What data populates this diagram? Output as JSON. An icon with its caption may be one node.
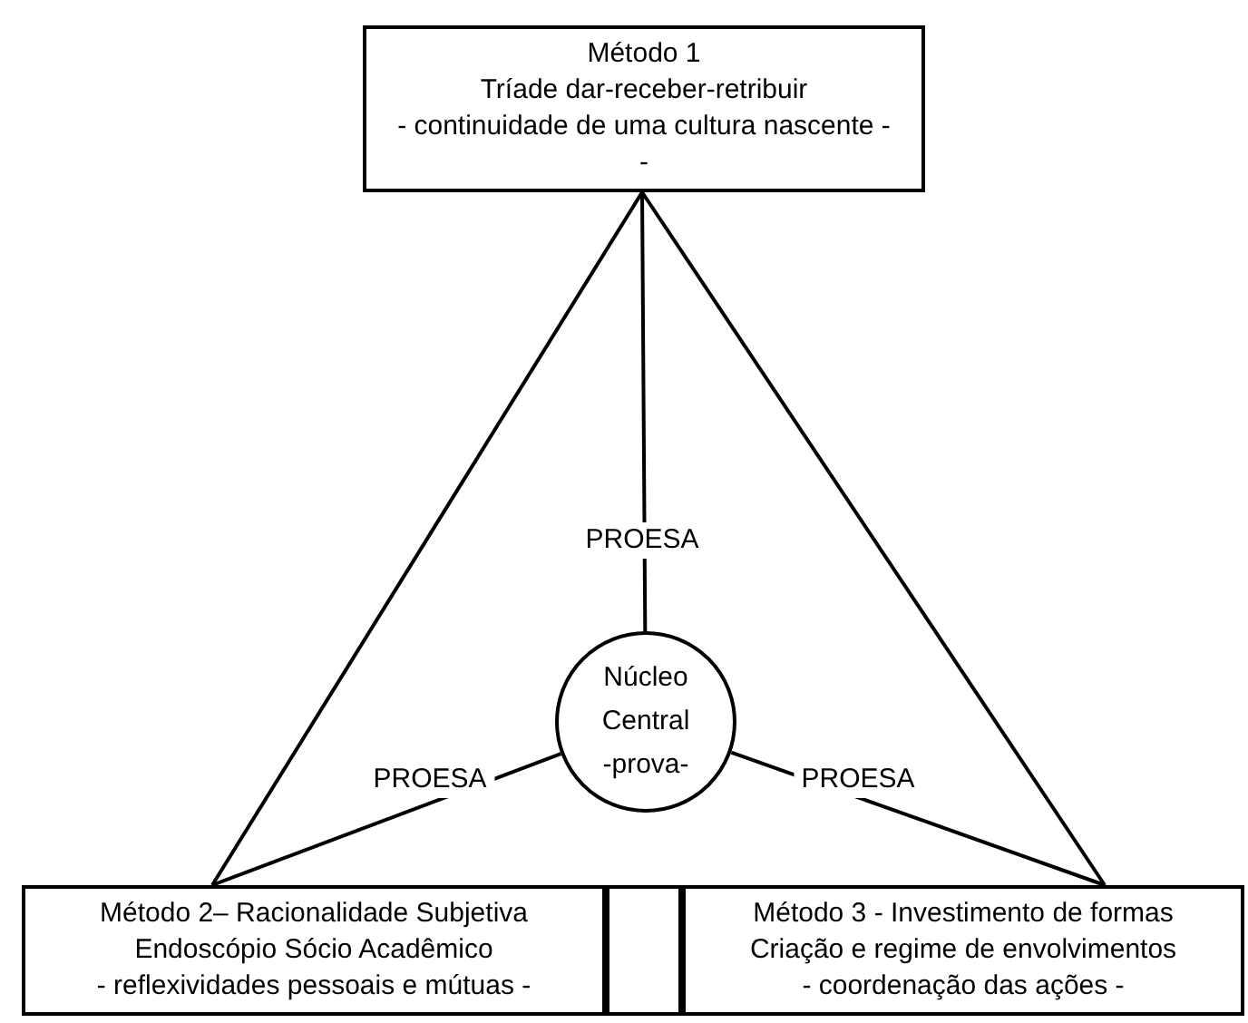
{
  "diagram": {
    "nodes": [
      {
        "text": [
          "Método 1",
          "Tríade dar-receber-retribuir",
          "- continuidade de uma cultura nascente -",
          "-"
        ]
      },
      {
        "text": [
          "Núcleo Central -prova-"
        ]
      },
      {
        "text": [
          "Método 2– Racionalidade Subjetiva",
          "Endoscópio Sócio Acadêmico",
          "- reflexividades pessoais e mútuas -"
        ]
      },
      {
        "text": [],
        "shape": "box"
      },
      {
        "text": [
          "Método 3 - Investimento de formas",
          "Criação e regime de envolvimentos",
          "- coordenação das ações -"
        ]
      }
    ],
    "edges": [
      {
        "from": 0,
        "to": 2,
        "arrow": "none"
      },
      {
        "from": 0,
        "to": 4,
        "arrow": "none"
      },
      {
        "from": 0,
        "to": 1,
        "arrow": "none",
        "label": "PROESA"
      },
      {
        "from": 1,
        "to": 2,
        "arrow": "none",
        "label": "PROESA"
      },
      {
        "from": 1,
        "to": 4,
        "arrow": "none",
        "label": "PROESA"
      }
    ]
  }
}
